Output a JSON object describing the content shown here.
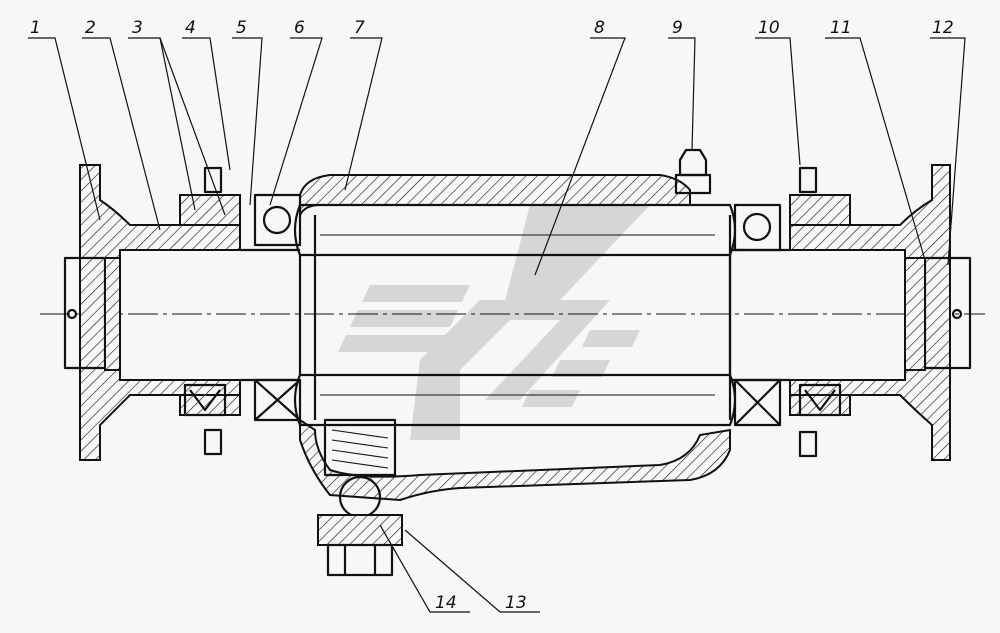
{
  "diagram": {
    "callouts": [
      {
        "id": "1",
        "label": "1"
      },
      {
        "id": "2",
        "label": "2"
      },
      {
        "id": "3",
        "label": "3"
      },
      {
        "id": "4",
        "label": "4"
      },
      {
        "id": "5",
        "label": "5"
      },
      {
        "id": "6",
        "label": "6"
      },
      {
        "id": "7",
        "label": "7"
      },
      {
        "id": "8",
        "label": "8"
      },
      {
        "id": "9",
        "label": "9"
      },
      {
        "id": "10",
        "label": "10"
      },
      {
        "id": "11",
        "label": "11"
      },
      {
        "id": "12",
        "label": "12"
      },
      {
        "id": "13",
        "label": "13"
      },
      {
        "id": "14",
        "label": "14"
      }
    ],
    "colors": {
      "ink": "#111111",
      "paper": "#f7f7f5",
      "watermark": "#b9bebb"
    }
  }
}
